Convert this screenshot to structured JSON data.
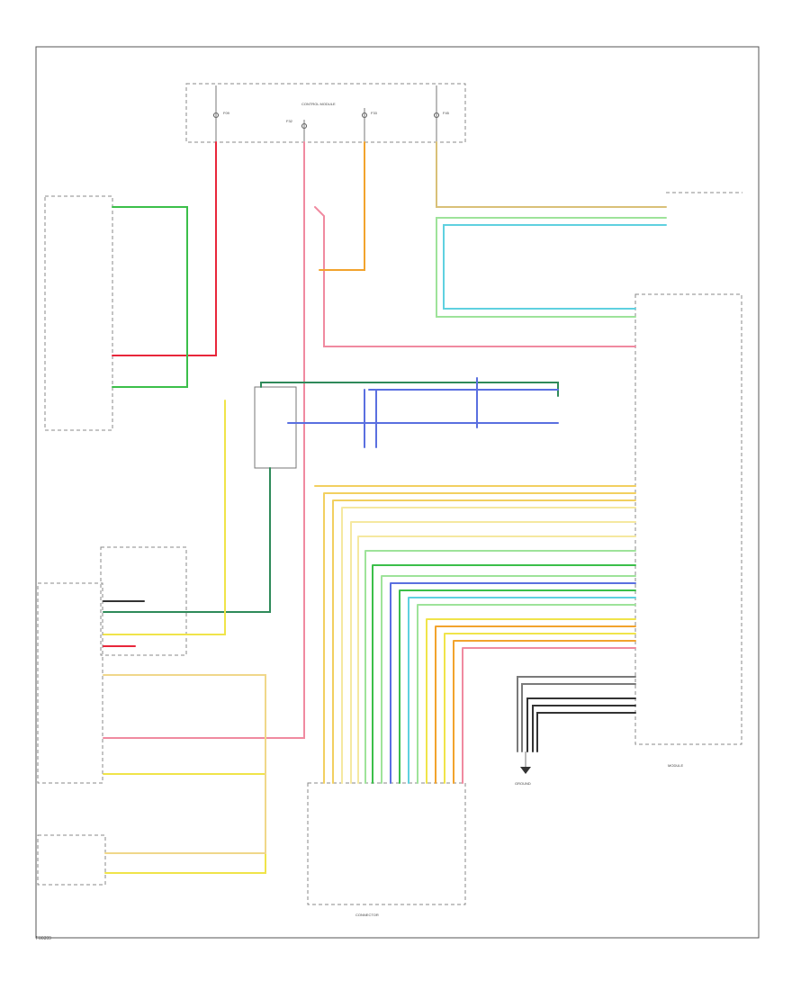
{
  "diagram": {
    "page_id": "F00399",
    "fuses": [
      "F09",
      "F33",
      "F45",
      "F32"
    ],
    "labels": {
      "center_box": "CONTROL MODULE",
      "right_module": "MODULE",
      "bottom_connector": "CONNECTOR",
      "ground": "GROUND"
    }
  },
  "colors": {
    "red": "#e8263a",
    "pink": "#f08aa0",
    "green": "#3bbf4a",
    "lightgreen": "#9ee39a",
    "cyan": "#5fd1e0",
    "blue": "#5a6fe0",
    "yellow": "#f0e44a",
    "orange": "#f2a32d",
    "darkgreen": "#2f8a5a",
    "gray": "#7a7a7a",
    "black": "#333333",
    "tan": "#d9c078"
  }
}
